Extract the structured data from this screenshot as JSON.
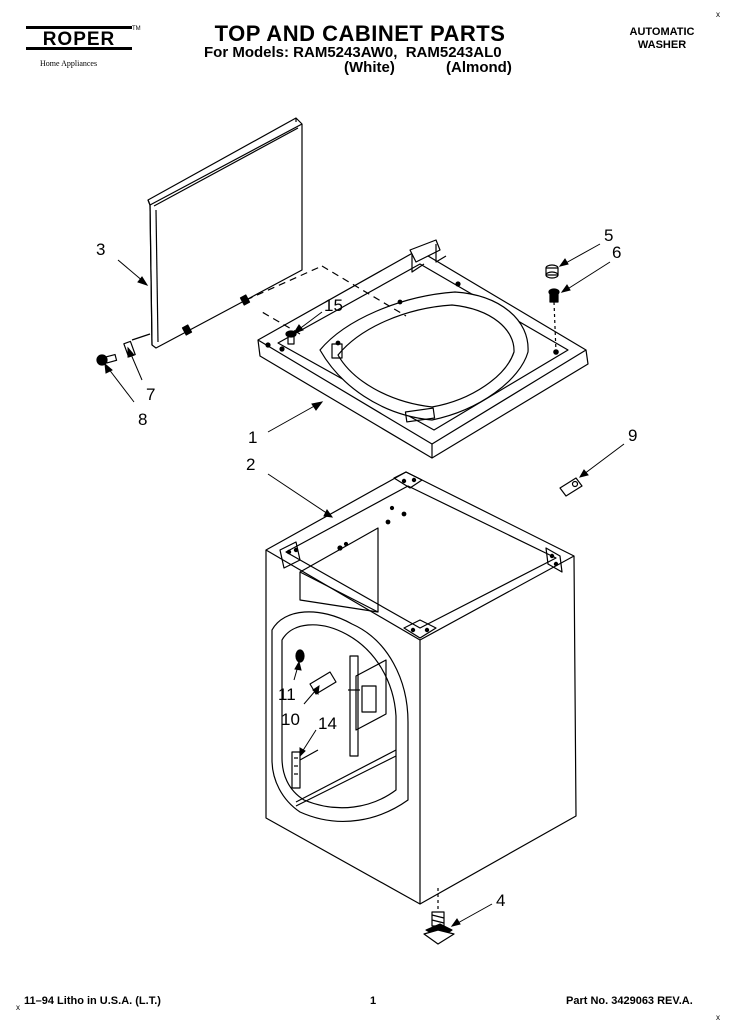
{
  "header": {
    "brand": "ROPER",
    "brand_sub": "Home Appliances",
    "trademark": "TM",
    "title": "TOP AND CABINET PARTS",
    "models_line": "For Models: RAM5243AW0,  RAM5243AL0",
    "color_white": "(White)",
    "color_almond": "(Almond)",
    "product_line1": "AUTOMATIC",
    "product_line2": "WASHER"
  },
  "callouts": {
    "c1": "1",
    "c2": "2",
    "c3": "3",
    "c4": "4",
    "c5": "5",
    "c6": "6",
    "c7": "7",
    "c8": "8",
    "c9": "9",
    "c10": "10",
    "c11": "11",
    "c14": "14",
    "c15": "15"
  },
  "footer": {
    "litho": "11–94 Litho in U.S.A. (L.T.)",
    "page_number": "1",
    "part_number": "Part No. 3429063 REV.A."
  },
  "marks": {
    "top_right": "x",
    "bottom_left": "x",
    "bottom_right": "x"
  }
}
